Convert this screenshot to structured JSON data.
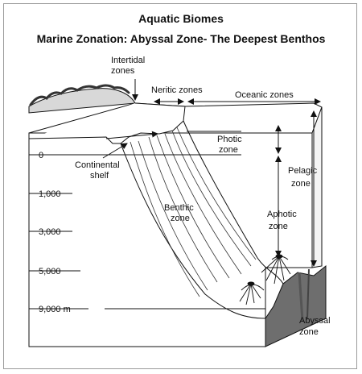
{
  "title": "Aquatic Biomes",
  "subtitle": "Marine Zonation: Abyssal Zone- The Deepest Benthos",
  "labels": {
    "intertidal": [
      "Intertidal",
      "zones"
    ],
    "neritic": "Neritic zones",
    "oceanic": "Oceanic zones",
    "photic": [
      "Photic",
      "zone"
    ],
    "continental_shelf": [
      "Continental",
      "shelf"
    ],
    "pelagic": [
      "Pelagic",
      "zone"
    ],
    "benthic": [
      "Benthic",
      "zone"
    ],
    "aphotic": [
      "Aphotic",
      "zone"
    ],
    "abyssal": [
      "Abyssal",
      "zone"
    ]
  },
  "depths": [
    "0",
    "1,000",
    "3,000",
    "5,000",
    "9,000 m"
  ],
  "colors": {
    "line": "#111111",
    "seabed": "#6e6e6e",
    "water": "#ffffff"
  }
}
